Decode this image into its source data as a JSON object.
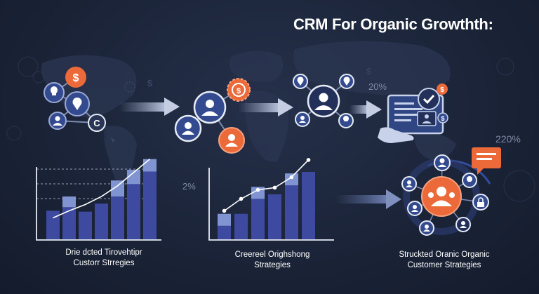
{
  "title": "CRM For Organic Growthth:",
  "floating_labels": [
    "20%",
    "220%",
    "2%"
  ],
  "captions": [
    {
      "line1": "Drie dcted Tirovehtipr",
      "line2": "Custorr Strregies"
    },
    {
      "line1": "Creereel Orighshong",
      "line2": "Strategies"
    },
    {
      "line1": "Struckted Oranic Organic",
      "line2": "Customer Strategies"
    }
  ],
  "colors": {
    "background": "#1b2438",
    "orange": "#ec6a3a",
    "bar_dark": "#3d4aa0",
    "bar_light": "#7f94d1",
    "node_blue": "#334a8e"
  },
  "icons": [
    "dollar-icon",
    "lightbulb-icon",
    "user-icon",
    "copyright-icon",
    "gear-dollar-icon",
    "location-pin-icon",
    "document-icon",
    "checkmark-icon",
    "chat-bubble-icon",
    "lock-icon"
  ],
  "chart_data": [
    {
      "type": "bar",
      "title": "",
      "xlabel": "",
      "ylabel": "",
      "series": [
        {
          "values": [
            3.2,
            3.6,
            3.1,
            4.0,
            4.8,
            6.2,
            7.6
          ]
        },
        {
          "values": [
            0,
            1.2,
            0,
            0,
            1.8,
            1.6,
            1.4
          ]
        }
      ],
      "trend": [
        2.4,
        3.2,
        3.9,
        4.8,
        6.0,
        7.5,
        9.0
      ],
      "ylim": [
        0,
        10
      ]
    },
    {
      "type": "bar",
      "title": "",
      "xlabel": "",
      "ylabel": "",
      "series": [
        {
          "values": [
            1.8,
            3.4,
            5.4,
            6.0,
            7.2,
            9.0
          ]
        },
        {
          "values": [
            1.6,
            0,
            1.6,
            0,
            1.6,
            0
          ]
        }
      ],
      "trend": [
        3.8,
        5.4,
        6.6,
        6.9,
        8.3,
        10.6
      ],
      "ylim": [
        0,
        12
      ]
    }
  ]
}
